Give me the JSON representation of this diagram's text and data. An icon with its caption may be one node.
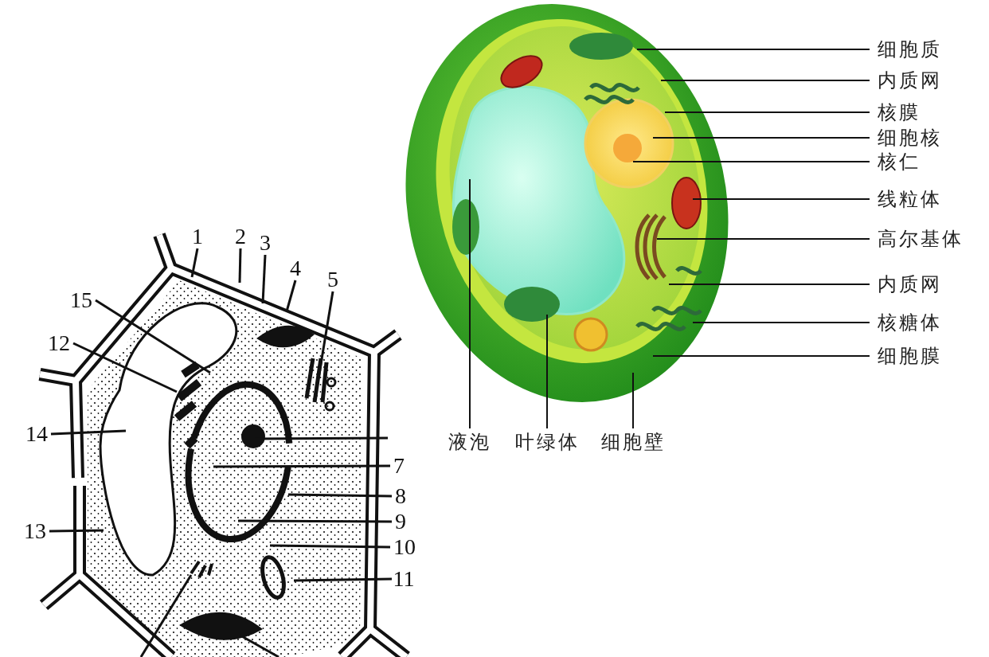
{
  "diagram": {
    "nodes": [
      {
        "text": [
          "细胞质"
        ]
      },
      {
        "text": [
          "内质网"
        ]
      },
      {
        "text": [
          "核膜"
        ]
      },
      {
        "text": [
          "细胞核"
        ]
      },
      {
        "text": [
          "核仁"
        ]
      },
      {
        "text": [
          "线粒体"
        ]
      },
      {
        "text": [
          "高尔基体"
        ]
      },
      {
        "text": [
          "内质网"
        ]
      },
      {
        "text": [
          "核糖体"
        ]
      },
      {
        "text": [
          "细胞膜"
        ]
      },
      {
        "text": [
          "液泡"
        ]
      },
      {
        "text": [
          "叶绿体"
        ]
      },
      {
        "text": [
          "细胞壁"
        ]
      },
      {
        "text": [
          "1"
        ]
      },
      {
        "text": [
          "2"
        ]
      },
      {
        "text": [
          "3"
        ]
      },
      {
        "text": [
          "4"
        ]
      },
      {
        "text": [
          "5"
        ]
      },
      {
        "text": [
          "15"
        ]
      },
      {
        "text": [
          "12"
        ]
      },
      {
        "text": [
          "14"
        ]
      },
      {
        "text": [
          "13"
        ]
      },
      {
        "text": [
          "7"
        ]
      },
      {
        "text": [
          "8"
        ]
      },
      {
        "text": [
          "9"
        ]
      },
      {
        "text": [
          "10"
        ]
      },
      {
        "text": [
          "11"
        ]
      }
    ],
    "edges": [
      {
        "from": 0,
        "to": null,
        "arrow": "none"
      },
      {
        "from": 1,
        "to": null,
        "arrow": "none"
      },
      {
        "from": 2,
        "to": null,
        "arrow": "none"
      },
      {
        "from": 3,
        "to": null,
        "arrow": "none"
      },
      {
        "from": 4,
        "to": null,
        "arrow": "none"
      },
      {
        "from": 5,
        "to": null,
        "arrow": "none"
      },
      {
        "from": 6,
        "to": null,
        "arrow": "none"
      },
      {
        "from": 7,
        "to": null,
        "arrow": "none"
      },
      {
        "from": 8,
        "to": null,
        "arrow": "none"
      },
      {
        "from": 9,
        "to": null,
        "arrow": "none"
      },
      {
        "from": 10,
        "to": null,
        "arrow": "none"
      },
      {
        "from": 11,
        "to": null,
        "arrow": "none"
      },
      {
        "from": 12,
        "to": null,
        "arrow": "none"
      },
      {
        "from": 13,
        "to": null,
        "arrow": "none"
      },
      {
        "from": 14,
        "to": null,
        "arrow": "none"
      },
      {
        "from": 15,
        "to": null,
        "arrow": "none"
      },
      {
        "from": 16,
        "to": null,
        "arrow": "none"
      },
      {
        "from": 17,
        "to": null,
        "arrow": "none"
      },
      {
        "from": 18,
        "to": null,
        "arrow": "none"
      },
      {
        "from": 19,
        "to": null,
        "arrow": "none"
      },
      {
        "from": 20,
        "to": null,
        "arrow": "none"
      },
      {
        "from": 21,
        "to": null,
        "arrow": "none"
      },
      {
        "from": 22,
        "to": null,
        "arrow": "none"
      },
      {
        "from": 23,
        "to": null,
        "arrow": "none"
      },
      {
        "from": 24,
        "to": null,
        "arrow": "none"
      },
      {
        "from": 25,
        "to": null,
        "arrow": "none"
      },
      {
        "from": 26,
        "to": null,
        "arrow": "none"
      }
    ]
  }
}
